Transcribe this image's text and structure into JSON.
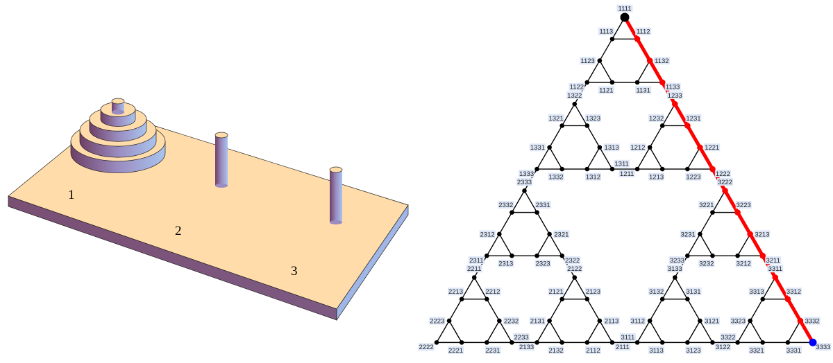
{
  "tower": {
    "peg_labels": [
      "1",
      "2",
      "3"
    ],
    "disk_count": 4,
    "colors": {
      "board_top": "#ffdcaa",
      "board_side": "#7a4f74",
      "disk_dark": "#6e3f66",
      "disk_light": "#a6bde8"
    }
  },
  "graph": {
    "disks": 3,
    "order": 4,
    "start": "1111",
    "end": "3333",
    "path": [
      "1111",
      "1112",
      "1132",
      "1133",
      "1233",
      "1231",
      "1221",
      "1222",
      "3222",
      "3223",
      "3213",
      "3211",
      "3311",
      "3312",
      "3332",
      "3333"
    ],
    "colors": {
      "edge": "#000000",
      "path": "#ff0000",
      "start": "#000000",
      "end": "#0000ff",
      "label_bg": "#dde7f8"
    }
  }
}
